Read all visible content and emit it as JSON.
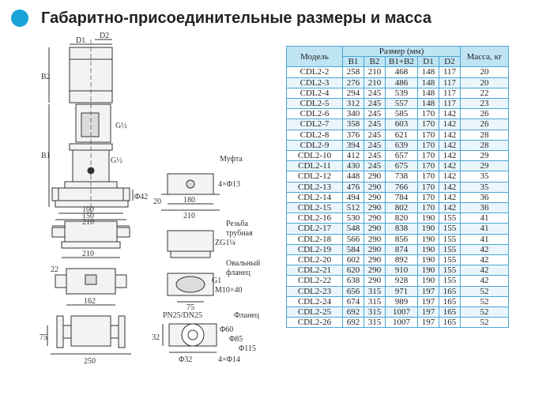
{
  "heading": {
    "title": "Габаритно-присоединительные размеры и масса",
    "accent_color": "#1aa3d8"
  },
  "drawing": {
    "front": {
      "d1": "D1",
      "d2": "D2",
      "b2": "B2",
      "b1": "B1",
      "g_top": "G½",
      "g_mid": "G½",
      "phi42": "Φ42",
      "w100": "100",
      "w150": "150",
      "w210": "210"
    },
    "side_view": {
      "w210": "210"
    },
    "plan_view": {
      "w22": "22",
      "w162": "162"
    },
    "flange_view": {
      "h75": "75",
      "w250": "250"
    },
    "muft_base": {
      "label": "Муфта",
      "holes": "4×Φ13",
      "h20": "20",
      "w180": "180",
      "w210": "210"
    },
    "thread_base": {
      "label1": "Резьба",
      "label2": "трубная",
      "zg": "ZG1¼"
    },
    "oval": {
      "label1": "Овальный",
      "label2": "фланец",
      "g1": "G1",
      "bolt": "M10×40",
      "w75": "75"
    },
    "flange": {
      "pn": "PN25/DN25",
      "label": "Фланец",
      "phi60": "Φ60",
      "phi85": "Φ85",
      "phi115": "Φ115",
      "h32": "32",
      "phi32": "Φ32",
      "holes": "4×Φ14"
    }
  },
  "table": {
    "header": {
      "model": "Модель",
      "size_group": "Размер (мм)",
      "b1": "B1",
      "b2": "B2",
      "b1b2": "B1+B2",
      "d1": "D1",
      "d2": "D2",
      "mass": "Масса, кг"
    },
    "rows": [
      [
        "CDL2-2",
        "258",
        "210",
        "468",
        "148",
        "117",
        "20"
      ],
      [
        "CDL2-3",
        "276",
        "210",
        "486",
        "148",
        "117",
        "20"
      ],
      [
        "CDL2-4",
        "294",
        "245",
        "539",
        "148",
        "117",
        "22"
      ],
      [
        "CDL2-5",
        "312",
        "245",
        "557",
        "148",
        "117",
        "23"
      ],
      [
        "CDL2-6",
        "340",
        "245",
        "585",
        "170",
        "142",
        "26"
      ],
      [
        "CDL2-7",
        "358",
        "245",
        "603",
        "170",
        "142",
        "26"
      ],
      [
        "CDL2-8",
        "376",
        "245",
        "621",
        "170",
        "142",
        "28"
      ],
      [
        "CDL2-9",
        "394",
        "245",
        "639",
        "170",
        "142",
        "28"
      ],
      [
        "CDL2-10",
        "412",
        "245",
        "657",
        "170",
        "142",
        "29"
      ],
      [
        "CDL2-11",
        "430",
        "245",
        "675",
        "170",
        "142",
        "29"
      ],
      [
        "CDL2-12",
        "448",
        "290",
        "738",
        "170",
        "142",
        "35"
      ],
      [
        "CDL2-13",
        "476",
        "290",
        "766",
        "170",
        "142",
        "35"
      ],
      [
        "CDL2-14",
        "494",
        "290",
        "784",
        "170",
        "142",
        "36"
      ],
      [
        "CDL2-15",
        "512",
        "290",
        "802",
        "170",
        "142",
        "36"
      ],
      [
        "CDL2-16",
        "530",
        "290",
        "820",
        "190",
        "155",
        "41"
      ],
      [
        "CDL2-17",
        "548",
        "290",
        "838",
        "190",
        "155",
        "41"
      ],
      [
        "CDL2-18",
        "566",
        "290",
        "856",
        "190",
        "155",
        "41"
      ],
      [
        "CDL2-19",
        "584",
        "290",
        "874",
        "190",
        "155",
        "42"
      ],
      [
        "CDL2-20",
        "602",
        "290",
        "892",
        "190",
        "155",
        "42"
      ],
      [
        "CDL2-21",
        "620",
        "290",
        "910",
        "190",
        "155",
        "42"
      ],
      [
        "CDL2-22",
        "638",
        "290",
        "928",
        "190",
        "155",
        "42"
      ],
      [
        "CDL2-23",
        "656",
        "315",
        "971",
        "197",
        "165",
        "52"
      ],
      [
        "CDL2-24",
        "674",
        "315",
        "989",
        "197",
        "165",
        "52"
      ],
      [
        "CDL2-25",
        "692",
        "315",
        "1007",
        "197",
        "165",
        "52"
      ],
      [
        "CDL2-26",
        "692",
        "315",
        "1007",
        "197",
        "165",
        "52"
      ]
    ]
  }
}
